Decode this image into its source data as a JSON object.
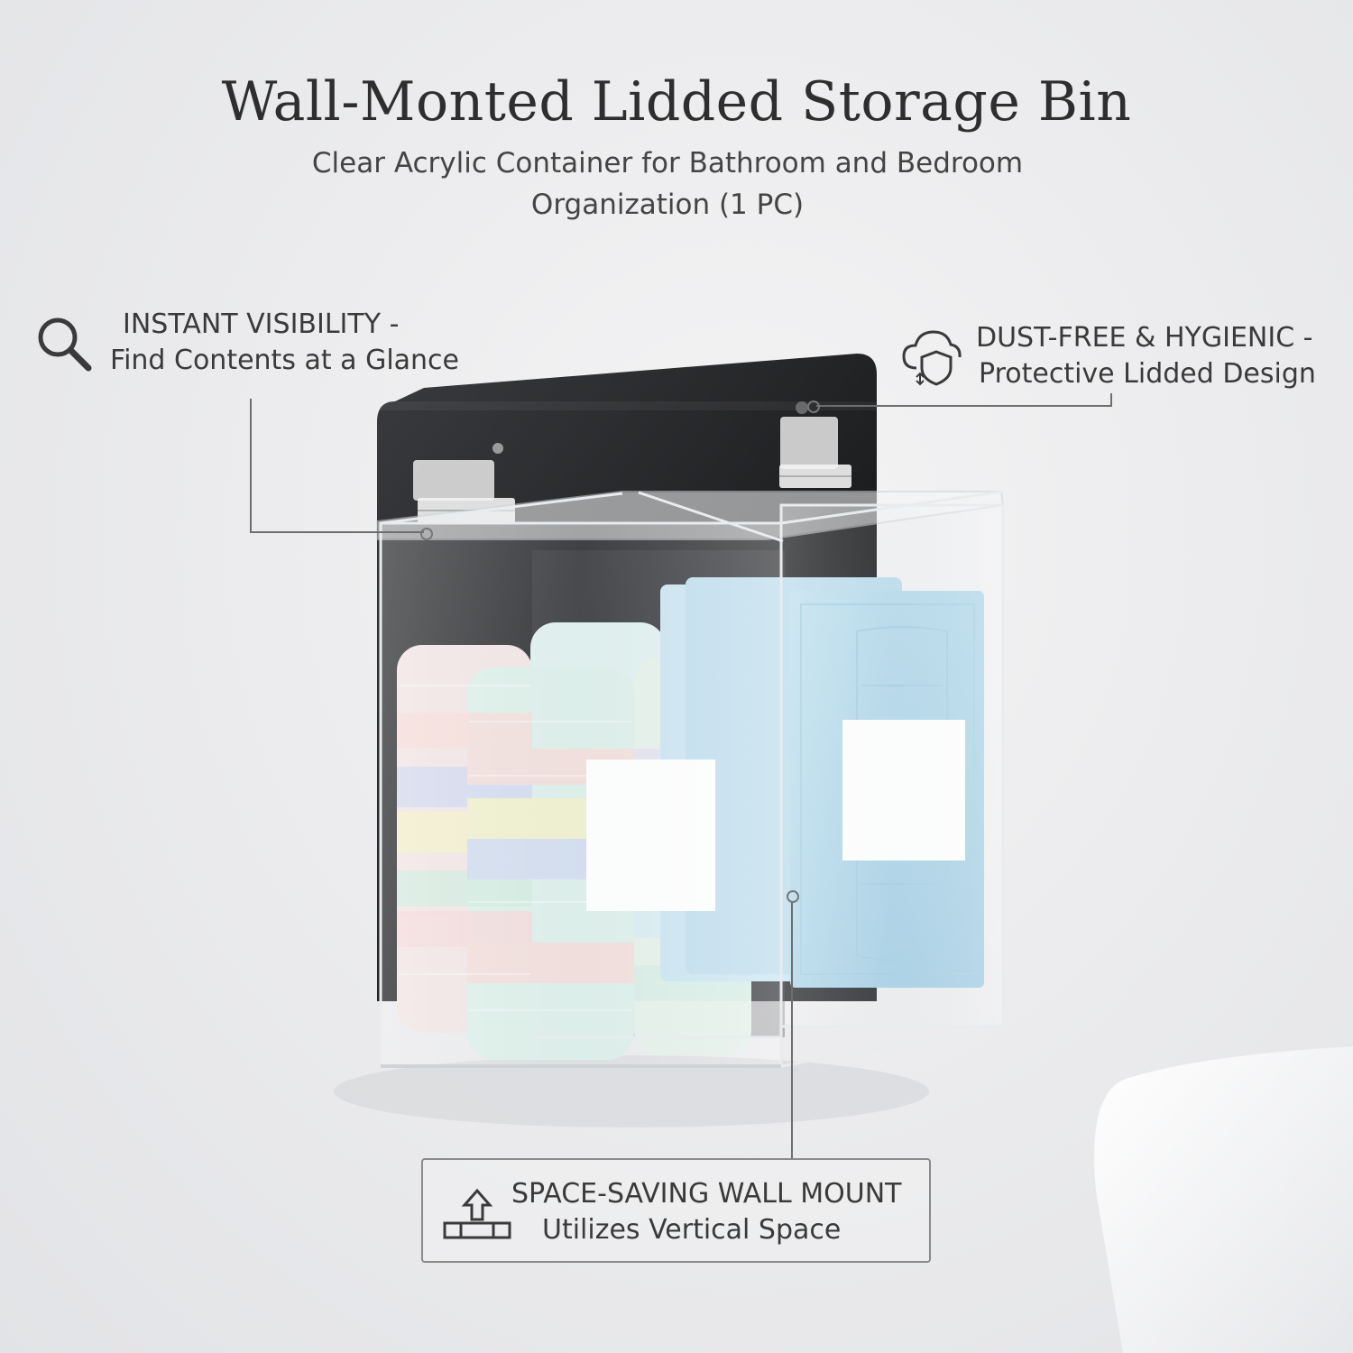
{
  "header": {
    "title": "Wall-Monted Lidded Storage Bin",
    "subtitle_line1": "Clear Acrylic Container for Bathroom and Bedroom",
    "subtitle_line2": "Organization (1 PC)"
  },
  "callouts": {
    "visibility": {
      "icon": "magnifier-icon",
      "heading": "INSTANT VISIBILITY -",
      "text": "Find Contents at a Glance"
    },
    "dust": {
      "icon": "cloud-shield-icon",
      "heading": "DUST-FREE & HYGIENIC -",
      "text": "Protective Lidded Design"
    },
    "mount": {
      "icon": "wall-mount-upload-icon",
      "heading": "SPACE-SAVING WALL MOUNT",
      "text": "Utilizes Vertical Space"
    }
  }
}
